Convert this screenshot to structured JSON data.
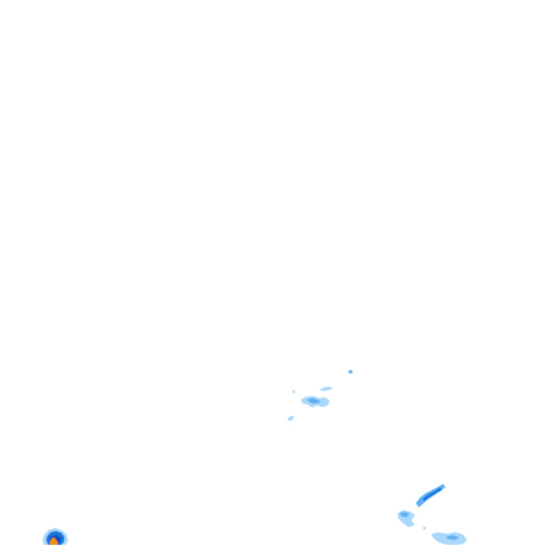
{
  "map": {
    "layer": "precipitation-radar",
    "background_color": "#ffffff",
    "intensity_colors": {
      "light": "#a9d8fb",
      "moderate": "#5fb1f3",
      "heavy": "#1f78dc",
      "very_heavy": "#0b4fb4",
      "extreme": "#f08c00"
    },
    "precipitation_cells": [
      {
        "name": "cell-center-east",
        "max_intensity": "moderate"
      },
      {
        "name": "cell-southeast-arc",
        "max_intensity": "heavy"
      },
      {
        "name": "cell-southwest-core",
        "max_intensity": "extreme"
      }
    ]
  }
}
